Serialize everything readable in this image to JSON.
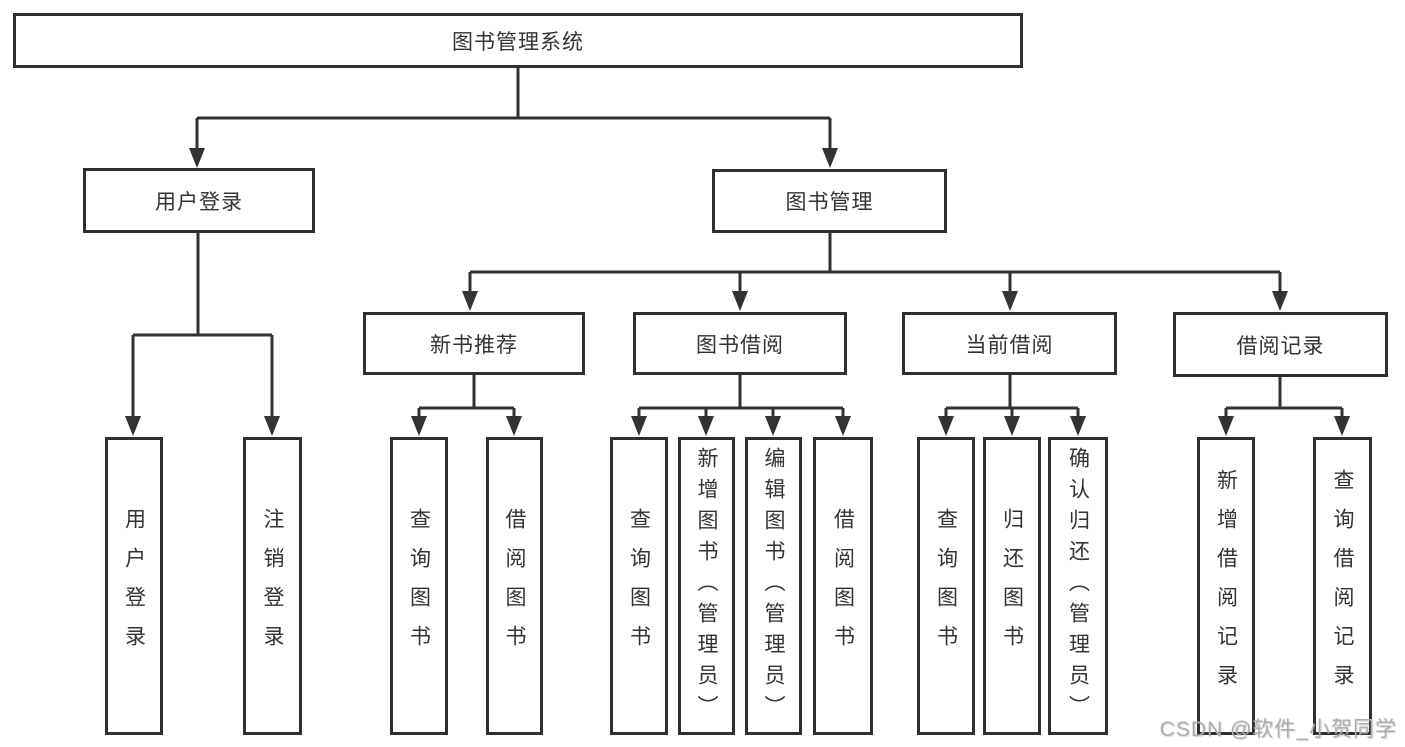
{
  "diagram": {
    "root": {
      "label": "图书管理系统"
    },
    "branches": [
      {
        "label": "用户登录",
        "children": [
          {
            "label": "用户登录"
          },
          {
            "label": "注销登录"
          }
        ]
      },
      {
        "label": "图书管理",
        "children": [
          {
            "label": "新书推荐",
            "children": [
              {
                "label": "查询图书"
              },
              {
                "label": "借阅图书"
              }
            ]
          },
          {
            "label": "图书借阅",
            "children": [
              {
                "label": "查询图书"
              },
              {
                "label": "新增图书（管理员）"
              },
              {
                "label": "编辑图书（管理员）"
              },
              {
                "label": "借阅图书"
              }
            ]
          },
          {
            "label": "当前借阅",
            "children": [
              {
                "label": "查询图书"
              },
              {
                "label": "归还图书"
              },
              {
                "label": "确认归还（管理员）"
              }
            ]
          },
          {
            "label": "借阅记录",
            "children": [
              {
                "label": "新增借阅记录"
              },
              {
                "label": "查询借阅记录"
              }
            ]
          }
        ]
      }
    ]
  },
  "watermark": {
    "text": "CSDN @软件_小贺同学"
  },
  "colors": {
    "line": "#333333",
    "box_border": "#2f2f2f",
    "text": "#333333",
    "watermark": "#aeaeae",
    "background": "#ffffff"
  }
}
